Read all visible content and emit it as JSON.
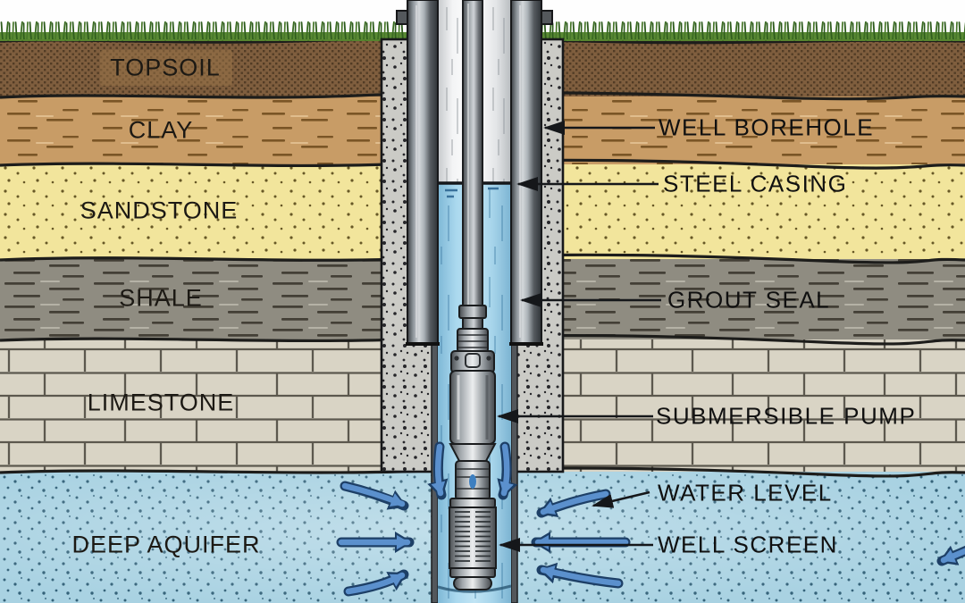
{
  "geology": {
    "layers": [
      {
        "id": "topsoil",
        "label": "TOPSOIL",
        "color": "#7f5e3e"
      },
      {
        "id": "clay",
        "label": "CLAY",
        "color": "#c89c66"
      },
      {
        "id": "sandstone",
        "label": "SANDSTONE",
        "color": "#f2e59c"
      },
      {
        "id": "shale",
        "label": "SHALE",
        "color": "#8f8c81"
      },
      {
        "id": "limestone",
        "label": "LIMESTONE",
        "color": "#d9d4c5"
      },
      {
        "id": "deep-aquifer",
        "label": "DEEP AQUIFER",
        "color": "#a9d2e2"
      }
    ]
  },
  "well": {
    "callouts": [
      {
        "id": "well-borehole",
        "label": "WELL BOREHOLE"
      },
      {
        "id": "steel-casing",
        "label": "STEEL CASING"
      },
      {
        "id": "grout-seal",
        "label": "GROUT SEAL"
      },
      {
        "id": "submersible-pump",
        "label": "SUBMERSIBLE PUMP"
      },
      {
        "id": "water-level",
        "label": "WATER LEVEL"
      },
      {
        "id": "well-screen",
        "label": "WELL SCREEN"
      }
    ]
  },
  "colors": {
    "grout": "#cbcbc6",
    "casing_dark": "#3a3e42",
    "well_water": "#aad8ee",
    "grass": "#56842f",
    "flow_arrow_fill": "#5b90cd",
    "flow_arrow_outline": "#1d3f66",
    "label_text": "#101010"
  }
}
